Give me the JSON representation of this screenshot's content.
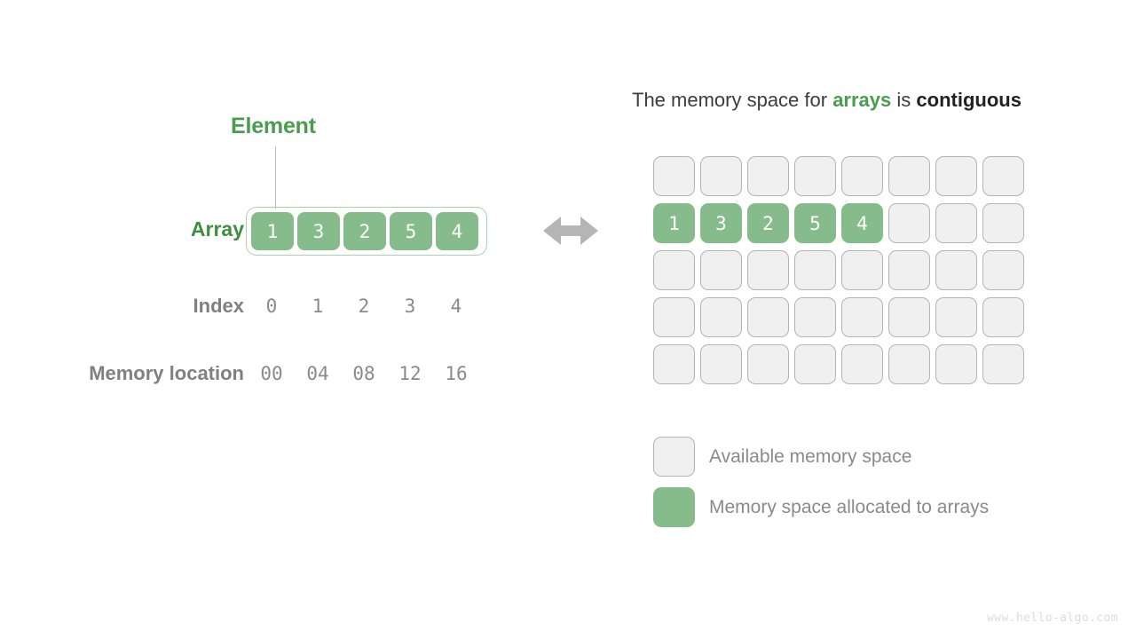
{
  "diagram": {
    "watermark": "www.hello-algo.com",
    "colors": {
      "accent_green_dark": "#4a9c4e",
      "accent_green_label": "#3e8e41",
      "cell_fill_green": "#86bc8b",
      "cell_border_green": "#a9d3ab",
      "free_cell_fill": "#f0f0f0",
      "free_cell_border": "#b3b3b3",
      "gray_text": "#808080",
      "arrow_gray": "#b5b5b5"
    }
  },
  "left": {
    "callout_label": "Element",
    "array_label": "Array",
    "index_label": "Index",
    "memory_label": "Memory location",
    "array_values": [
      "1",
      "3",
      "2",
      "5",
      "4"
    ],
    "index_values": [
      "0",
      "1",
      "2",
      "3",
      "4"
    ],
    "memory_values": [
      "00",
      "04",
      "08",
      "12",
      "16"
    ]
  },
  "right": {
    "heading": {
      "part1": "The memory space for ",
      "highlight_green": "arrays",
      "part2": " is ",
      "highlight_dark": "contiguous"
    },
    "grid": {
      "rows": 5,
      "cols": 8,
      "cells": [
        [
          "",
          "",
          "",
          "",
          "",
          "",
          "",
          ""
        ],
        [
          "1",
          "3",
          "2",
          "5",
          "4",
          "",
          "",
          ""
        ],
        [
          "",
          "",
          "",
          "",
          "",
          "",
          "",
          ""
        ],
        [
          "",
          "",
          "",
          "",
          "",
          "",
          "",
          ""
        ],
        [
          "",
          "",
          "",
          "",
          "",
          "",
          "",
          ""
        ]
      ]
    },
    "legend": [
      {
        "type": "free",
        "label": "Available memory space"
      },
      {
        "type": "used",
        "label": "Memory space allocated to arrays"
      }
    ]
  }
}
